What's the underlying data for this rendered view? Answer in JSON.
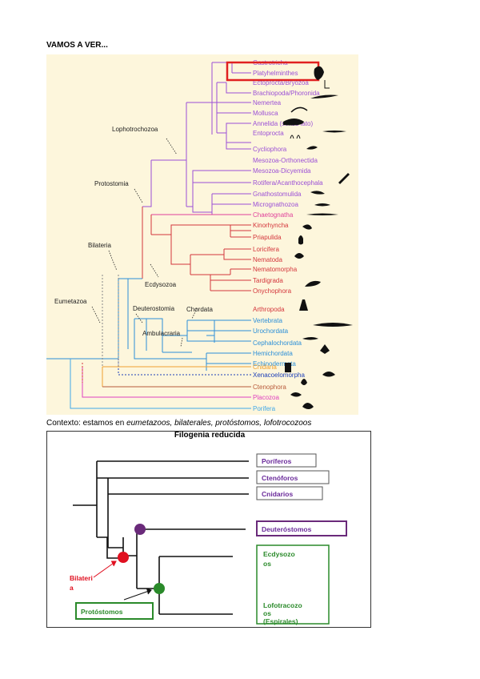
{
  "heading": "VAMOS A VER...",
  "context": {
    "prefix": "Contexto: estamos en ",
    "t1": "eumetazoos,",
    "t2": "bilaterales,",
    "t3": "protóstomos,",
    "t4": "lofotrocozoos"
  },
  "colors": {
    "lophotrochozoa": "#9b4fd6",
    "ecdysozoa": "#d4363c",
    "chaetognatha": "#e0409a",
    "deuterostomia": "#2b8fd8",
    "xenacoelomorpha": "#1d3fb8",
    "cnidaria": "#f0a030",
    "ctenophora": "#b85a3a",
    "placozoa": "#e040c0",
    "porifera": "#40a8e8",
    "highlight": "#e02020"
  },
  "tree": {
    "groups": [
      "Lophotrochozoa",
      "Protostomia",
      "Bilateria",
      "Eumetazoa",
      "Ecdysozoa",
      "Deuterostomia",
      "Chordata",
      "Ambulacraria"
    ],
    "taxa": [
      {
        "name": "Gastrotricha",
        "color": "#9b4fd6"
      },
      {
        "name": "Platyhelminthes",
        "color": "#9b4fd6"
      },
      {
        "name": "Ectoprocta/Bryozoa",
        "color": "#9b4fd6"
      },
      {
        "name": "Brachiopoda/Phoronida",
        "color": "#9b4fd6"
      },
      {
        "name": "Nemertea",
        "color": "#9b4fd6"
      },
      {
        "name": "Mollusca",
        "color": "#9b4fd6"
      },
      {
        "name": "Annelida (sensu lato)",
        "color": "#9b4fd6"
      },
      {
        "name": "Entoprocta",
        "color": "#9b4fd6"
      },
      {
        "name": "Cycliophora",
        "color": "#9b4fd6"
      },
      {
        "name": "Mesozoa-Orthonectida",
        "color": "#9b4fd6"
      },
      {
        "name": "Mesozoa-Dicyemida",
        "color": "#9b4fd6"
      },
      {
        "name": "Rotifera/Acanthocephala",
        "color": "#9b4fd6"
      },
      {
        "name": "Gnathostomulida",
        "color": "#9b4fd6"
      },
      {
        "name": "Micrognathozoa",
        "color": "#9b4fd6"
      },
      {
        "name": "Chaetognatha",
        "color": "#e0409a"
      },
      {
        "name": "Kinorhyncha",
        "color": "#d4363c"
      },
      {
        "name": "Priapulida",
        "color": "#d4363c"
      },
      {
        "name": "Loricifera",
        "color": "#d4363c"
      },
      {
        "name": "Nematoda",
        "color": "#d4363c"
      },
      {
        "name": "Nematomorpha",
        "color": "#d4363c"
      },
      {
        "name": "Tardigrada",
        "color": "#d4363c"
      },
      {
        "name": "Onychophora",
        "color": "#d4363c"
      },
      {
        "name": "Arthropoda",
        "color": "#d4363c"
      },
      {
        "name": "Vertebrata",
        "color": "#2b8fd8"
      },
      {
        "name": "Urochordata",
        "color": "#2b8fd8"
      },
      {
        "name": "Cephalochordata",
        "color": "#2b8fd8"
      },
      {
        "name": "Hemichordata",
        "color": "#2b8fd8"
      },
      {
        "name": "Echinodermata",
        "color": "#2b8fd8"
      },
      {
        "name": "Xenacoelomorpha",
        "color": "#1d3fb8"
      },
      {
        "name": "Cnidaria",
        "color": "#f0a030"
      },
      {
        "name": "Ctenophora",
        "color": "#b85a3a"
      },
      {
        "name": "Placozoa",
        "color": "#e040c0"
      },
      {
        "name": "Porifera",
        "color": "#40a8e8"
      }
    ]
  },
  "reduced": {
    "title": "Filogenia reducida",
    "poriferos": "Poríferos",
    "ctenoforos": "Ctenóforos",
    "cnidarios": "Cnidarios",
    "deuterostomos": "Deuteróstomos",
    "ecdysozoos": [
      "Ecdysozo",
      "os"
    ],
    "lofotrocozoos": [
      "Lofotracozo",
      "os",
      "(Espirales)"
    ],
    "bilateria": [
      "Bilateri",
      "a"
    ],
    "protostomos": "Protóstomos",
    "colors": {
      "purple": "#6a2a7a",
      "green": "#2a8a2a",
      "red": "#e01020",
      "blue": "#6a2a9a"
    }
  }
}
